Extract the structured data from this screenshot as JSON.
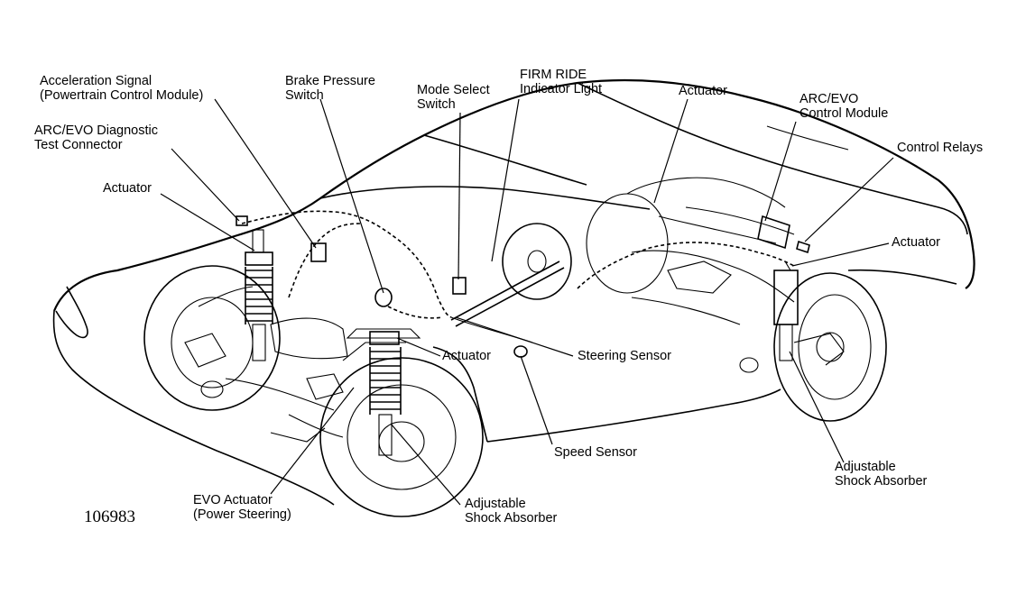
{
  "figure_id": "106983",
  "labels": {
    "acceleration_signal": [
      "Acceleration Signal",
      "(Powertrain Control Module)"
    ],
    "brake_pressure_switch": [
      "Brake Pressure",
      "Switch"
    ],
    "mode_select_switch": [
      "Mode Select",
      "Switch"
    ],
    "firm_ride_light": [
      "FIRM RIDE",
      "Indicator Light"
    ],
    "actuator_rear_upper": [
      "Actuator"
    ],
    "control_module": [
      "ARC/EVO",
      "Control Module"
    ],
    "control_relays": [
      "Control Relays"
    ],
    "diagnostic_connector": [
      "ARC/EVO Diagnostic",
      "Test Connector"
    ],
    "actuator_front_left": [
      "Actuator"
    ],
    "actuator_rear_right": [
      "Actuator"
    ],
    "actuator_front_right": [
      "Actuator"
    ],
    "steering_sensor": [
      "Steering Sensor"
    ],
    "speed_sensor": [
      "Speed Sensor"
    ],
    "shock_absorber_rear": [
      "Adjustable",
      "Shock Absorber"
    ],
    "evo_actuator": [
      "EVO Actuator",
      "(Power Steering)"
    ],
    "shock_absorber_front": [
      "Adjustable",
      "Shock Absorber"
    ]
  }
}
